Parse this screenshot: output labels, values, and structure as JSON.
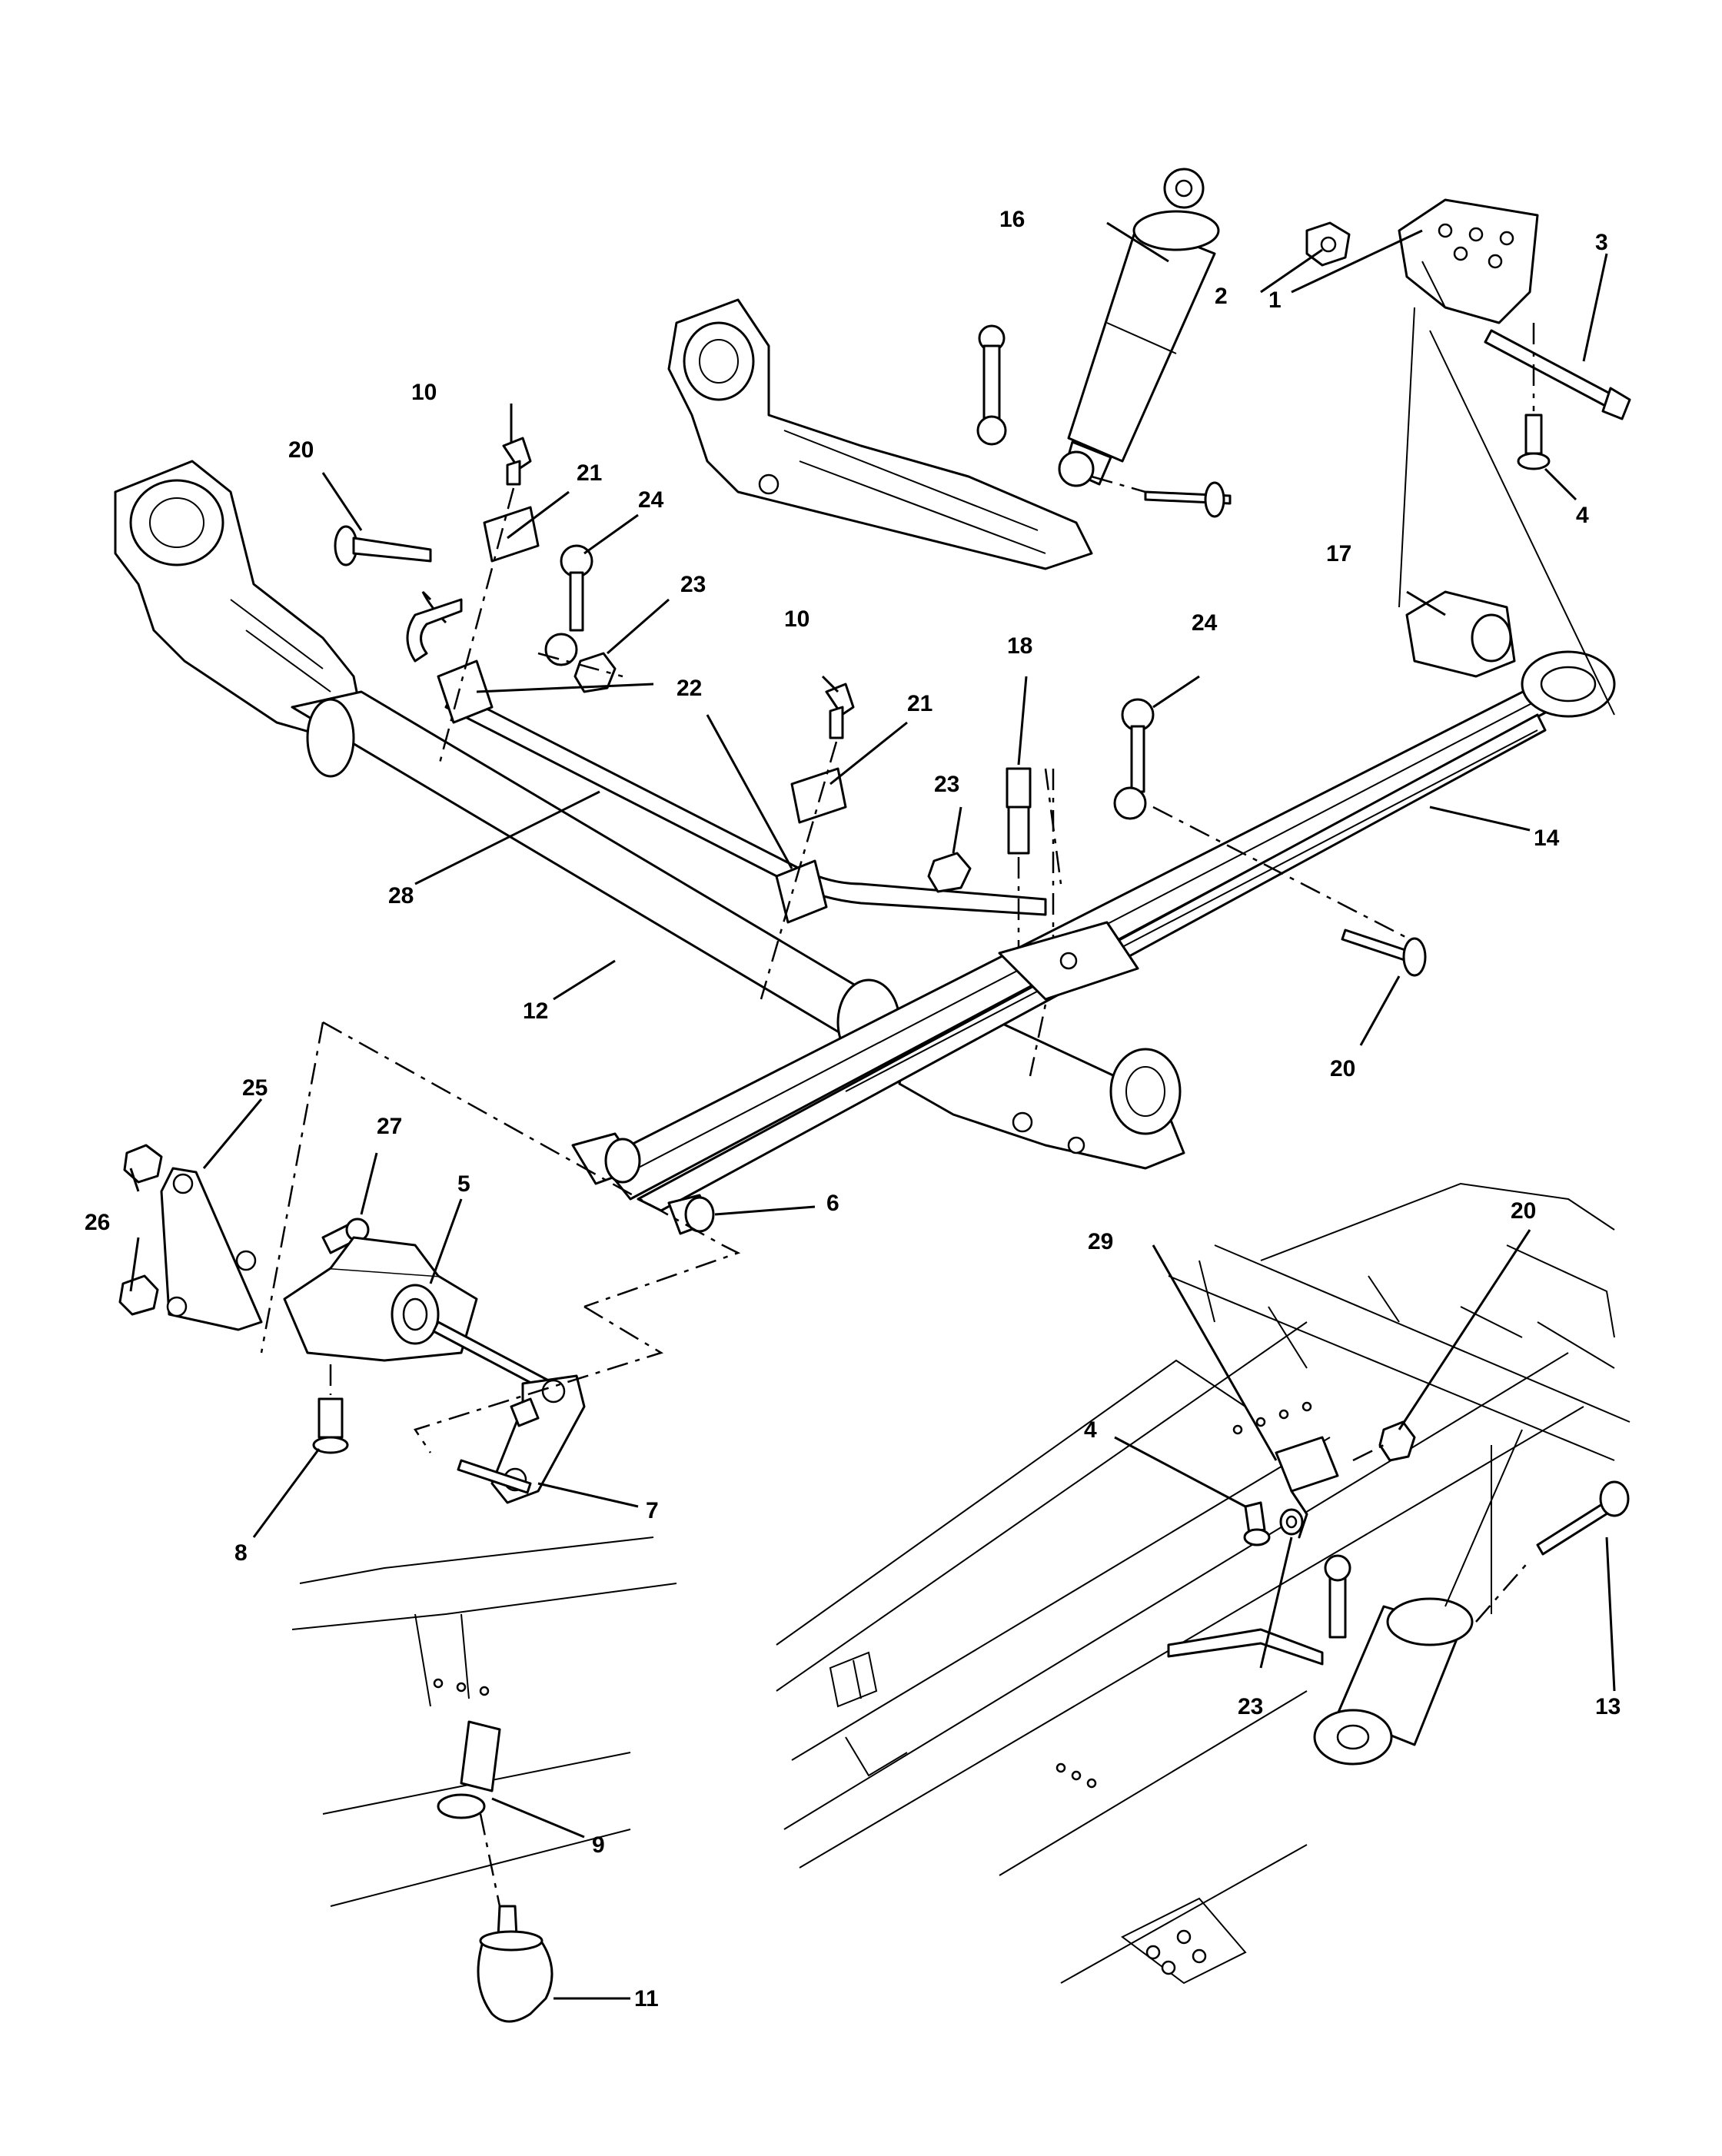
{
  "diagram": {
    "callouts": [
      "1",
      "2",
      "3",
      "4",
      "4",
      "5",
      "6",
      "7",
      "8",
      "9",
      "10",
      "10",
      "11",
      "12",
      "13",
      "14",
      "16",
      "17",
      "18",
      "20",
      "20",
      "20",
      "21",
      "21",
      "22",
      "23",
      "23",
      "23",
      "24",
      "24",
      "25",
      "26",
      "27",
      "28",
      "29"
    ],
    "parts": [
      "crossmember-mount-bracket",
      "nut",
      "bolt",
      "bolt",
      "leaf-spring-front-hanger",
      "leaf-spring-bushing",
      "leaf-spring-shackle",
      "bolt",
      "jounce-bumper-bracket",
      "bolt",
      "jounce-bumper",
      "rear-axle",
      "shock-lower-bolt",
      "leaf-spring",
      "shock-absorber",
      "rear-spring-isolator",
      "u-bolt",
      "bolt",
      "sway-bar-bushing-clamp",
      "sway-bar-bushing",
      "nut",
      "sway-bar-link",
      "hanger-plate",
      "nut",
      "bolt",
      "sway-bar",
      "bracket"
    ]
  }
}
